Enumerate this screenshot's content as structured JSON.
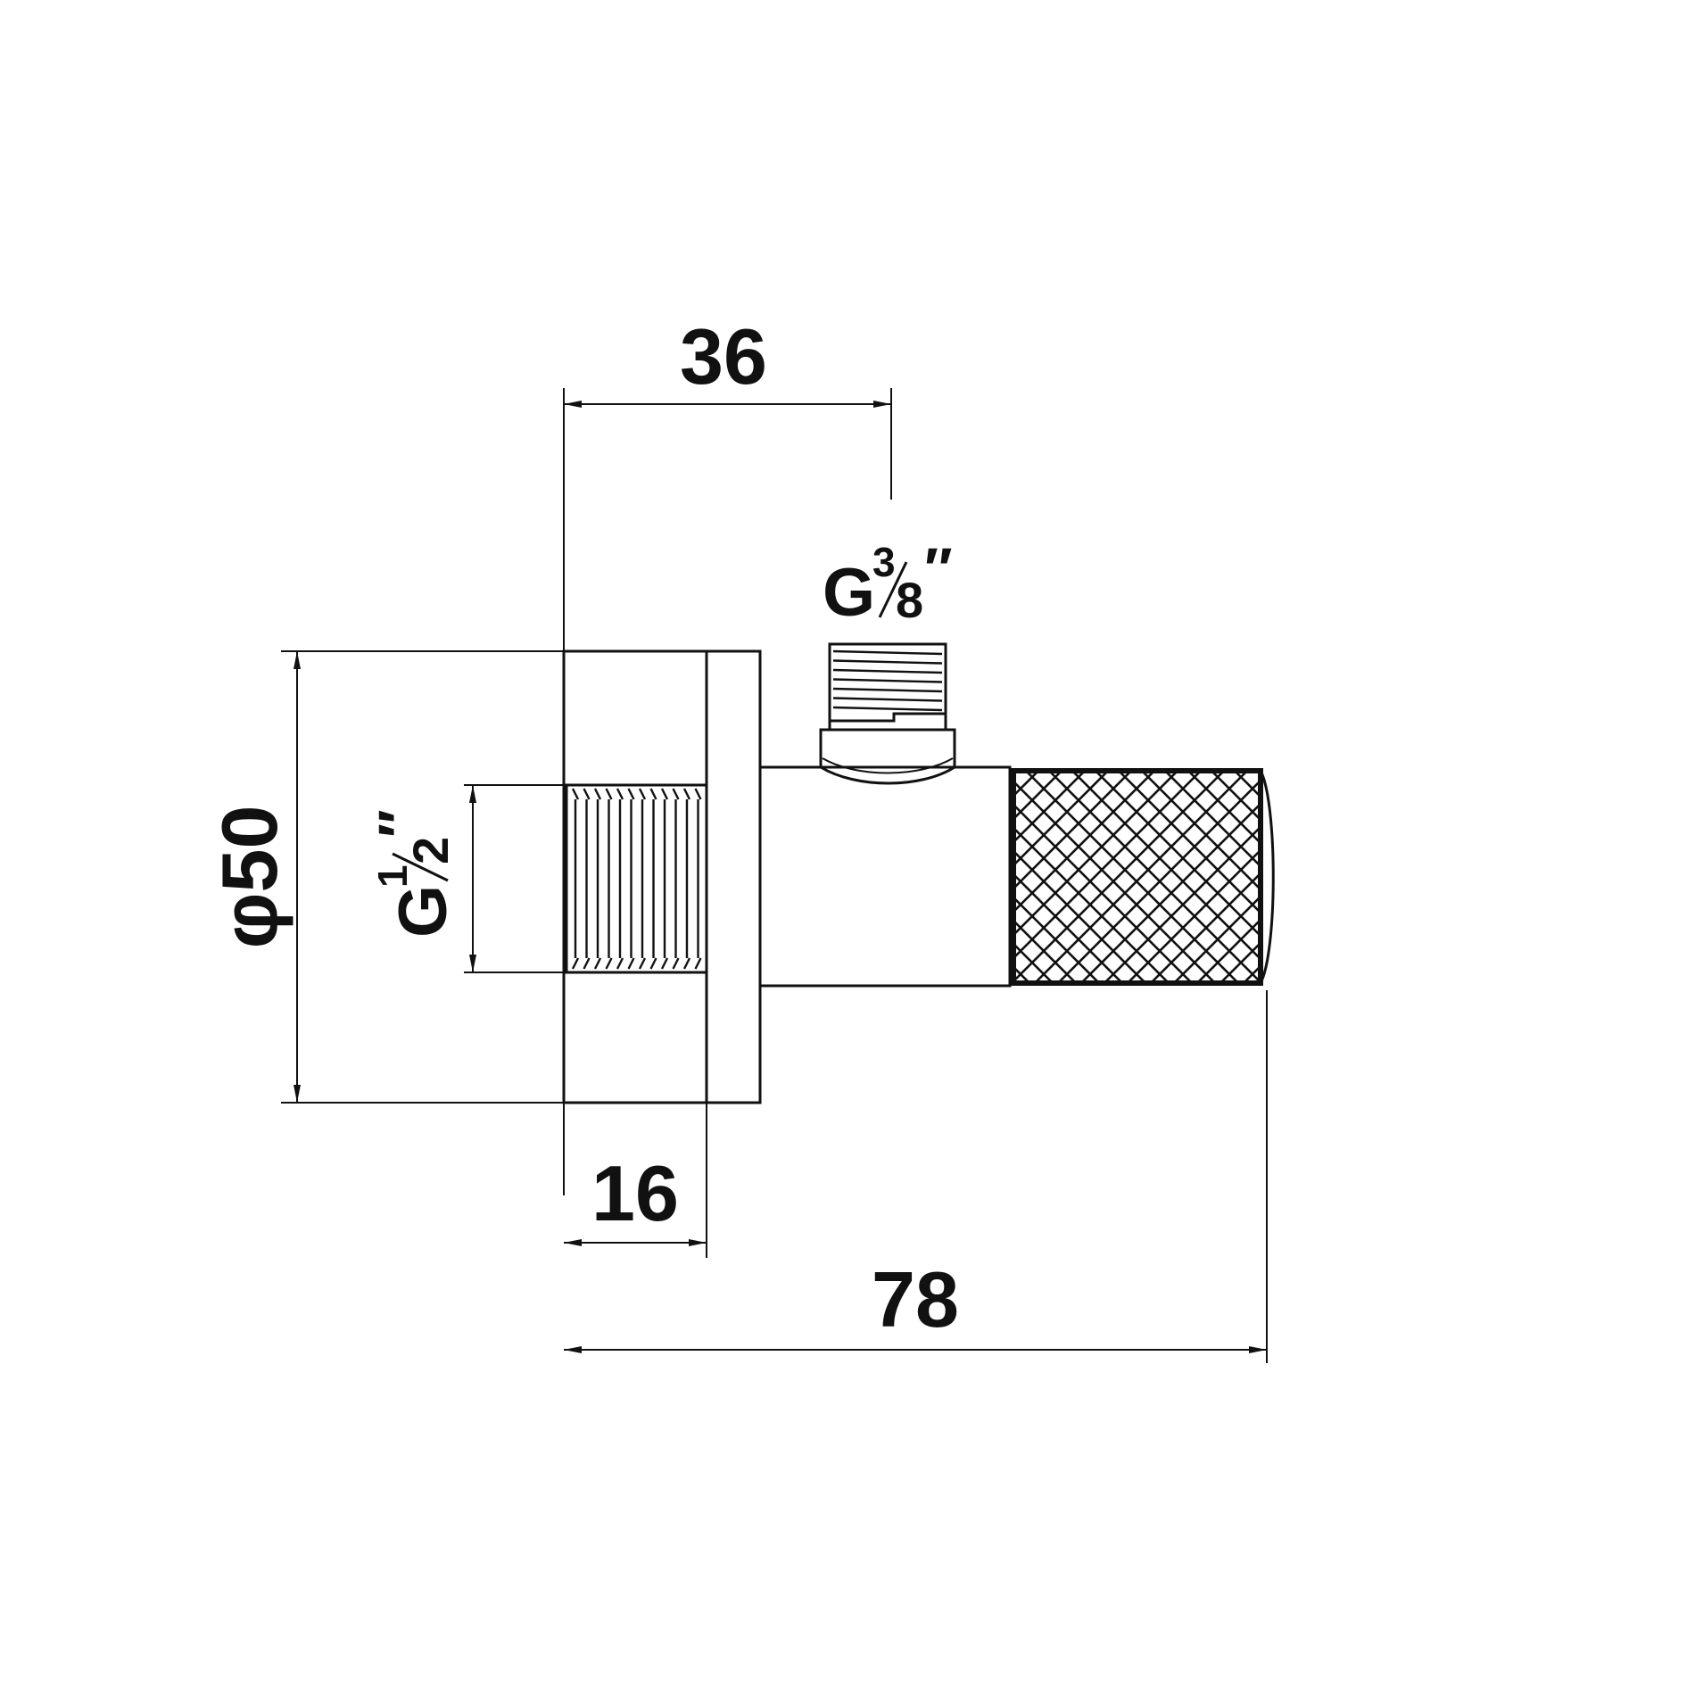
{
  "dimensions": {
    "top": "36",
    "bottom_inner": "16",
    "bottom_overall": "78",
    "diameter": "φ50"
  },
  "threads": {
    "outlet": {
      "letter": "G",
      "numerator": "3",
      "denominator": "8",
      "mark": "″"
    },
    "inlet": {
      "letter": "G",
      "numerator": "1",
      "denominator": "2",
      "mark": "″"
    }
  },
  "colors": {
    "line": "#111111",
    "background": "#ffffff"
  }
}
